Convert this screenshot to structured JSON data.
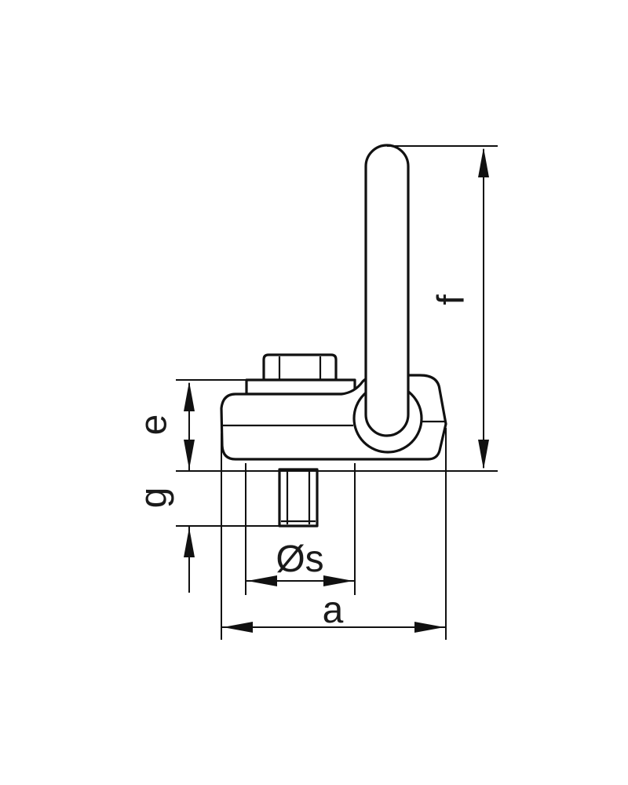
{
  "labels": {
    "f": "f",
    "e": "e",
    "g": "g",
    "s": "Øs",
    "a": "a"
  },
  "colors": {
    "line": "#111111",
    "background": "#ffffff"
  }
}
